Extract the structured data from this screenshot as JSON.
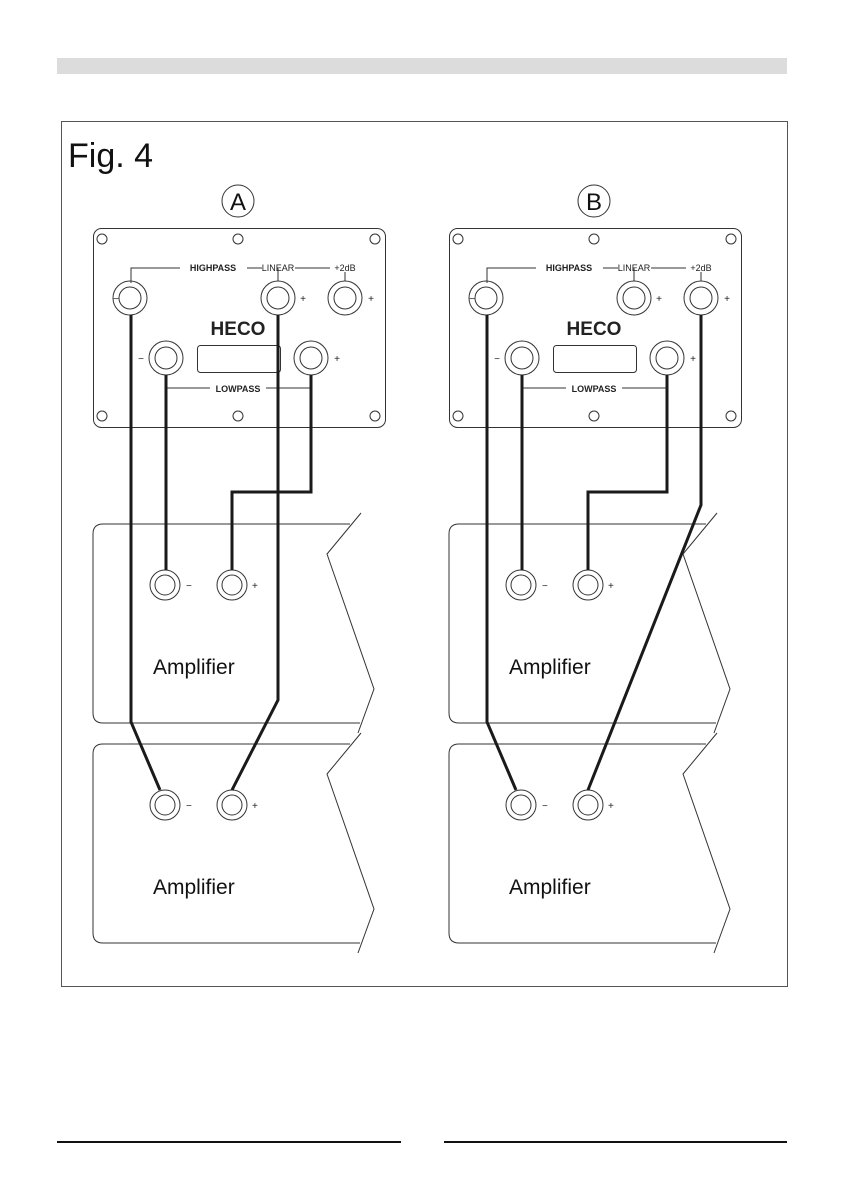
{
  "figure": {
    "title": "Fig. 4",
    "panels": [
      {
        "id": "A",
        "label": "A",
        "plate": {
          "highpass": "HIGHPASS",
          "linear": "LINEAR",
          "plus2db": "+2dB",
          "brand": "HECO",
          "lowpass": "LOWPASS"
        },
        "amplifiers": [
          "Amplifier",
          "Amplifier"
        ],
        "highpass_connected_terminal": "LINEAR"
      },
      {
        "id": "B",
        "label": "B",
        "plate": {
          "highpass": "HIGHPASS",
          "linear": "LINEAR",
          "plus2db": "+2dB",
          "brand": "HECO",
          "lowpass": "LOWPASS"
        },
        "amplifiers": [
          "Amplifier",
          "Amplifier"
        ],
        "highpass_connected_terminal": "+2dB"
      }
    ],
    "signs": {
      "minus": "−",
      "plus": "+"
    }
  },
  "colors": {
    "header_bar": "#dcdcdc",
    "line": "#1a1a1a"
  }
}
